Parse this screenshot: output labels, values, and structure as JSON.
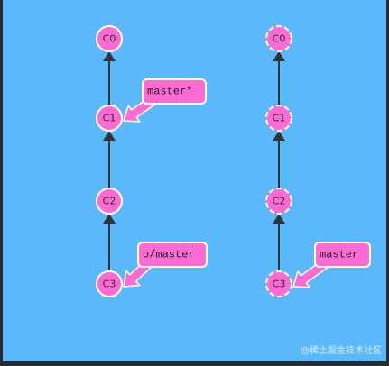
{
  "colors": {
    "panel": "#5bb8fb",
    "commit_fill": "#ff6bd5",
    "commit_stroke": "#ffffff",
    "edge": "#333333",
    "branch_fill": "#ff6bd5",
    "branch_stroke": "#ffffff"
  },
  "left_graph": {
    "commits": [
      "C0",
      "C1",
      "C2",
      "C3"
    ],
    "branches": [
      {
        "label": "master*",
        "target": "C1"
      },
      {
        "label": "o/master",
        "target": "C3"
      }
    ]
  },
  "right_graph": {
    "commits": [
      "C0",
      "C1",
      "C2",
      "C3"
    ],
    "dashed_commits": true,
    "branches": [
      {
        "label": "master",
        "target": "C3"
      }
    ]
  },
  "watermark": "@稀土掘金技术社区"
}
